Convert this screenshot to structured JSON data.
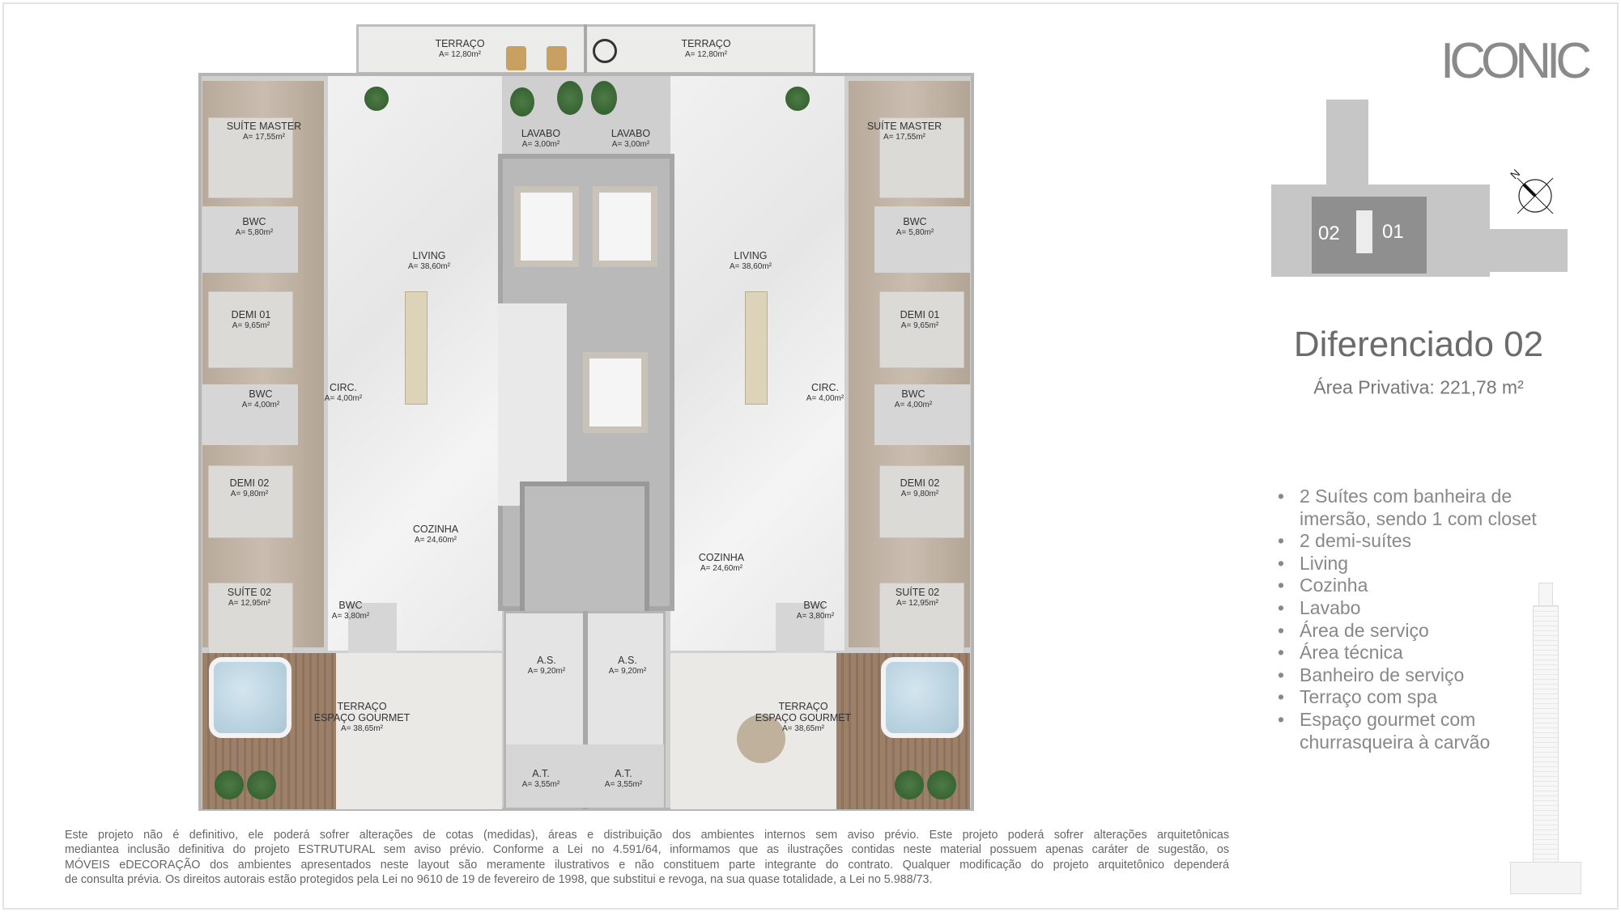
{
  "brand": {
    "logo_text": "ICONIC"
  },
  "key_plan": {
    "units": [
      "02",
      "01"
    ],
    "north_label": "N"
  },
  "unit": {
    "title": "Diferenciado 02",
    "area": "Área Privativa: 221,78 m²"
  },
  "features": [
    "2 Suítes com banheira de imersão, sendo 1 com closet",
    "2 demi-suítes",
    "Living",
    "Cozinha",
    "Lavabo",
    "Área de serviço",
    "Área técnica",
    "Banheiro de serviço",
    "Terraço com spa",
    "Espaço gourmet com churrasqueira à carvão"
  ],
  "rooms": {
    "terraco_l": {
      "name": "TERRAÇO",
      "area": "A= 12,80m²"
    },
    "terraco_r": {
      "name": "TERRAÇO",
      "area": "A= 12,80m²"
    },
    "suite_master_l": {
      "name": "SUÍTE MASTER",
      "area": "A= 17,55m²"
    },
    "suite_master_r": {
      "name": "SUÍTE MASTER",
      "area": "A= 17,55m²"
    },
    "lavabo_l": {
      "name": "LAVABO",
      "area": "A= 3,00m²"
    },
    "lavabo_r": {
      "name": "LAVABO",
      "area": "A= 3,00m²"
    },
    "bwc1_l": {
      "name": "BWC",
      "area": "A= 5,80m²"
    },
    "bwc1_r": {
      "name": "BWC",
      "area": "A= 5,80m²"
    },
    "living_l": {
      "name": "LIVING",
      "area": "A= 38,60m²"
    },
    "living_r": {
      "name": "LIVING",
      "area": "A= 38,60m²"
    },
    "demi01_l": {
      "name": "DEMI 01",
      "area": "A= 9,65m²"
    },
    "demi01_r": {
      "name": "DEMI 01",
      "area": "A= 9,65m²"
    },
    "circ_l": {
      "name": "CIRC.",
      "area": "A= 4,00m²"
    },
    "circ_r": {
      "name": "CIRC.",
      "area": "A= 4,00m²"
    },
    "bwc2_l": {
      "name": "BWC",
      "area": "A= 4,00m²"
    },
    "bwc2_r": {
      "name": "BWC",
      "area": "A= 4,00m²"
    },
    "demi02_l": {
      "name": "DEMI 02",
      "area": "A= 9,80m²"
    },
    "demi02_r": {
      "name": "DEMI 02",
      "area": "A= 9,80m²"
    },
    "cozinha_l": {
      "name": "COZINHA",
      "area": "A= 24,60m²"
    },
    "cozinha_r": {
      "name": "COZINHA",
      "area": "A= 24,60m²"
    },
    "suite02_l": {
      "name": "SUÍTE 02",
      "area": "A= 12,95m²"
    },
    "suite02_r": {
      "name": "SUÍTE 02",
      "area": "A= 12,95m²"
    },
    "bwc3_l": {
      "name": "BWC",
      "area": "A= 3,80m²"
    },
    "bwc3_r": {
      "name": "BWC",
      "area": "A= 3,80m²"
    },
    "as_l": {
      "name": "A.S.",
      "area": "A= 9,20m²"
    },
    "as_r": {
      "name": "A.S.",
      "area": "A= 9,20m²"
    },
    "gourmet_l": {
      "name": "TERRAÇO",
      "name2": "ESPAÇO GOURMET",
      "area": "A= 38,65m²"
    },
    "gourmet_r": {
      "name": "TERRAÇO",
      "name2": "ESPAÇO GOURMET",
      "area": "A= 38,65m²"
    },
    "at_l": {
      "name": "A.T.",
      "area": "A= 3,55m²"
    },
    "at_r": {
      "name": "A.T.",
      "area": "A= 3,55m²"
    }
  },
  "disclaimer": [
    "Este projeto não é definitivo, ele poderá sofrer alterações de cotas (medidas), áreas e distribuição dos ambientes internos sem aviso prévio. Este projeto poderá sofrer alterações arquitetônicas",
    "mediantea inclusão definitiva do projeto ESTRUTURAL sem aviso prévio. Conforme a Lei no 4.591/64, informamos que as ilustrações contidas neste material possuem apenas caráter de sugestão, os",
    "MÓVEIS eDECORAÇÃO dos ambientes apresentados neste layout são meramente ilustrativos e não constituem parte integrante do contrato. Qualquer modificação do projeto arquitetônico dependerá",
    "de consulta prévia. Os direitos autorais estão protegidos pela Lei no 9610 de 19 de fevereiro de 1998, que substitui e revoga, na sua quase totalidade, a Lei no 5.988/73."
  ]
}
